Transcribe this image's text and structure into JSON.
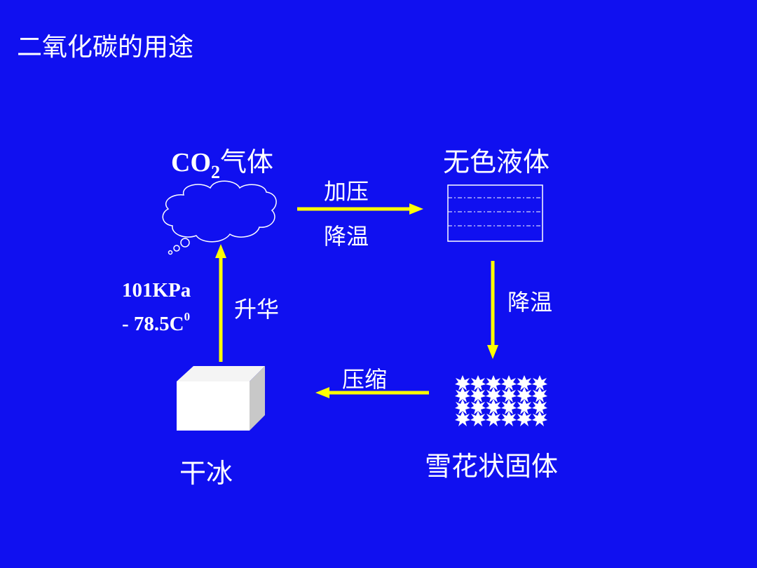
{
  "slide": {
    "title": "二氧化碳的用途"
  },
  "states": {
    "gas_prefix": "CO",
    "gas_subscript": "2",
    "gas_suffix": "气体",
    "liquid": "无色液体",
    "snow_solid": "雪花状固体",
    "dry_ice": "干冰"
  },
  "transitions": {
    "gas_to_liquid_top": "加压",
    "gas_to_liquid_bottom": "降温",
    "liquid_to_solid": "降温",
    "solid_to_dryice": "压缩",
    "dryice_to_gas": "升华"
  },
  "conditions": {
    "pressure": "101KPa",
    "temperature": "- 78.5C",
    "temperature_sup": "0"
  },
  "colors": {
    "background": "#1010f0",
    "arrow": "#ffff00",
    "text": "#ffffff"
  }
}
